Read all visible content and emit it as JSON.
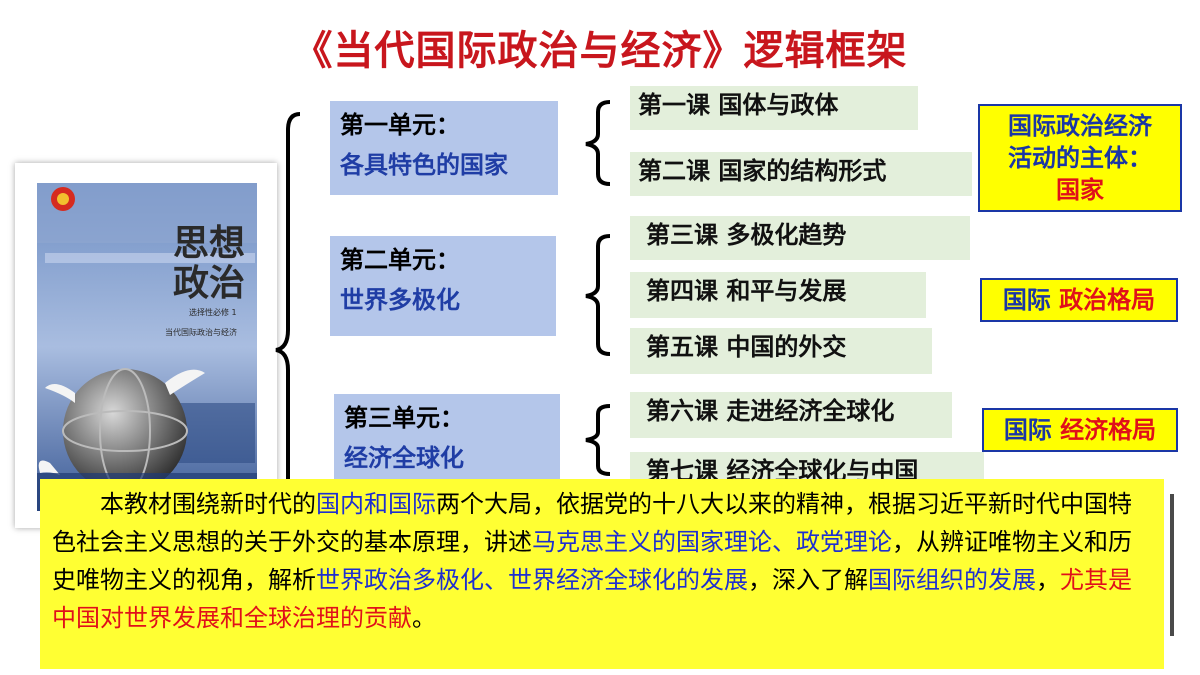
{
  "title": "《当代国际政治与经济》逻辑框架",
  "book": {
    "title_line1": "思想",
    "title_line2": "政治",
    "series": "选择性必修 1",
    "subtitle": "当代国际政治与经济"
  },
  "units": [
    {
      "name": "第一单元：",
      "sub": "各具特色的国家"
    },
    {
      "name": "第二单元：",
      "sub": "世界多极化"
    },
    {
      "name": "第三单元：",
      "sub": "经济全球化"
    }
  ],
  "lessons": [
    "第一课  国体与政体",
    "第二课  国家的结构形式",
    "第三课  多极化趋势",
    "第四课  和平与发展",
    "第五课  中国的外交",
    "第六课  走进经济全球化",
    "第七课  经济全球化与中国"
  ],
  "right_boxes": {
    "box1_line1": "国际政治经济",
    "box1_line2": "活动的主体：",
    "box1_line3": "国家",
    "box2_a": "国际",
    "box2_b": "政治格局",
    "box3_a": "国际",
    "box3_b": "经济格局"
  },
  "note": {
    "p1": "本教材围绕新时代的",
    "p2": "国内和国际",
    "p3": "两个大局，依据党的十八大以来的精神，根据习近平新时代中国特色社会主义思想的关于外交的基本原理，讲述",
    "p4": "马克思主义的国家理论、政党理论",
    "p5": "，从辨证唯物主义和历史唯物主义的视角，解析",
    "p6": "世界政治多极化、世界经济全球化的发展",
    "p7": "，深入了解",
    "p8": "国际组织的发展",
    "p9": "，",
    "p10": "尤其是中国对世界发展和全球治理的贡献",
    "p11": "。"
  },
  "colors": {
    "title": "#c8161d",
    "unit_bg": "#b4c6ea",
    "lesson_bg": "#e3efdb",
    "highlight": "#ffff00",
    "blue": "#1a36a6",
    "red": "#e0101a"
  }
}
